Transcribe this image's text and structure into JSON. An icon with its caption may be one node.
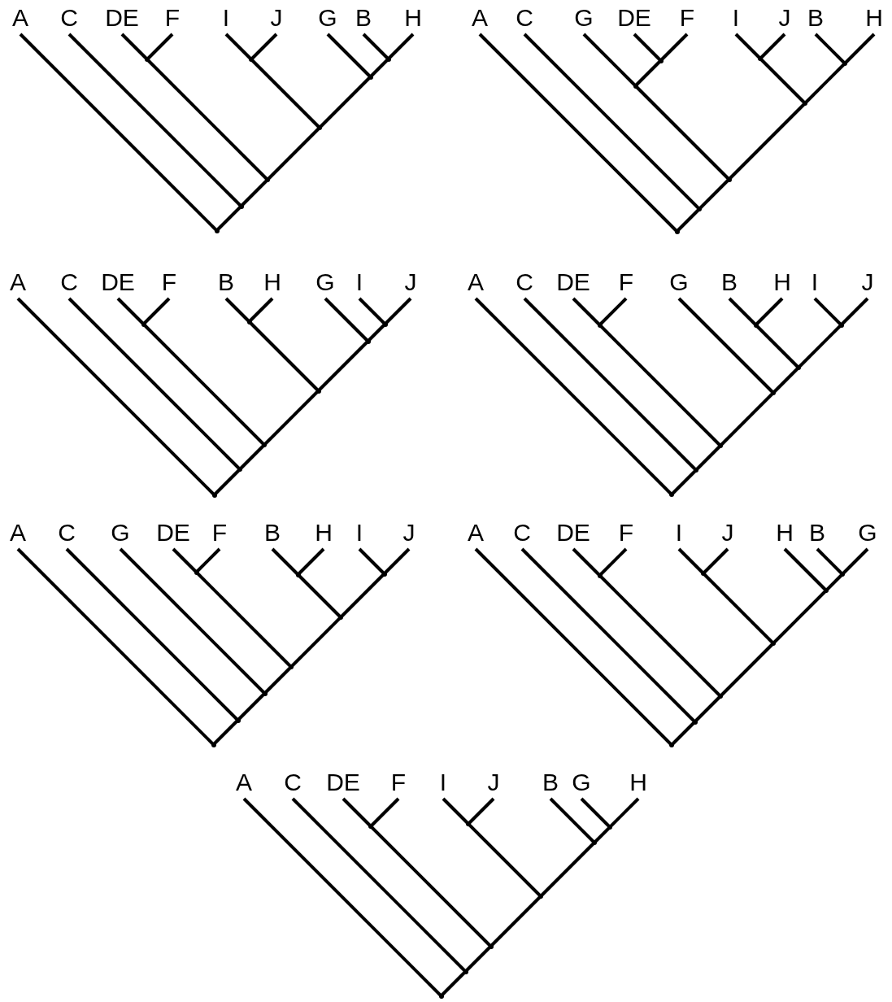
{
  "diagram": {
    "nodes": [
      {
        "text": [
          "A"
        ]
      },
      {
        "text": [
          "C"
        ]
      },
      {
        "text": [
          "DE"
        ]
      },
      {
        "text": [
          "F"
        ]
      },
      {
        "text": [
          "I"
        ]
      },
      {
        "text": [
          "J"
        ]
      },
      {
        "text": [
          "G"
        ]
      },
      {
        "text": [
          "B"
        ]
      },
      {
        "text": [
          "H"
        ]
      },
      {
        "text": [],
        "shape": "junction"
      },
      {
        "text": [],
        "shape": "junction"
      },
      {
        "text": [],
        "shape": "junction"
      },
      {
        "text": [],
        "shape": "junction"
      },
      {
        "text": [],
        "shape": "junction"
      },
      {
        "text": [],
        "shape": "junction"
      },
      {
        "text": [],
        "shape": "junction"
      },
      {
        "text": [],
        "shape": "junction"
      },
      {
        "text": [
          "A"
        ]
      },
      {
        "text": [
          "C"
        ]
      },
      {
        "text": [
          "G"
        ]
      },
      {
        "text": [
          "DE"
        ]
      },
      {
        "text": [
          "F"
        ]
      },
      {
        "text": [
          "I"
        ]
      },
      {
        "text": [
          "J"
        ]
      },
      {
        "text": [
          "B"
        ]
      },
      {
        "text": [
          "H"
        ]
      },
      {
        "text": [],
        "shape": "junction"
      },
      {
        "text": [],
        "shape": "junction"
      },
      {
        "text": [],
        "shape": "junction"
      },
      {
        "text": [],
        "shape": "junction"
      },
      {
        "text": [],
        "shape": "junction"
      },
      {
        "text": [],
        "shape": "junction"
      },
      {
        "text": [],
        "shape": "junction"
      },
      {
        "text": [],
        "shape": "junction"
      },
      {
        "text": [
          "A"
        ]
      },
      {
        "text": [
          "C"
        ]
      },
      {
        "text": [
          "DE"
        ]
      },
      {
        "text": [
          "F"
        ]
      },
      {
        "text": [
          "B"
        ]
      },
      {
        "text": [
          "H"
        ]
      },
      {
        "text": [
          "G"
        ]
      },
      {
        "text": [
          "I"
        ]
      },
      {
        "text": [
          "J"
        ]
      },
      {
        "text": [],
        "shape": "junction"
      },
      {
        "text": [],
        "shape": "junction"
      },
      {
        "text": [],
        "shape": "junction"
      },
      {
        "text": [],
        "shape": "junction"
      },
      {
        "text": [],
        "shape": "junction"
      },
      {
        "text": [],
        "shape": "junction"
      },
      {
        "text": [],
        "shape": "junction"
      },
      {
        "text": [],
        "shape": "junction"
      },
      {
        "text": [
          "A"
        ]
      },
      {
        "text": [
          "C"
        ]
      },
      {
        "text": [
          "DE"
        ]
      },
      {
        "text": [
          "F"
        ]
      },
      {
        "text": [
          "G"
        ]
      },
      {
        "text": [
          "B"
        ]
      },
      {
        "text": [
          "H"
        ]
      },
      {
        "text": [
          "I"
        ]
      },
      {
        "text": [
          "J"
        ]
      },
      {
        "text": [],
        "shape": "junction"
      },
      {
        "text": [],
        "shape": "junction"
      },
      {
        "text": [],
        "shape": "junction"
      },
      {
        "text": [],
        "shape": "junction"
      },
      {
        "text": [],
        "shape": "junction"
      },
      {
        "text": [],
        "shape": "junction"
      },
      {
        "text": [],
        "shape": "junction"
      },
      {
        "text": [],
        "shape": "junction"
      },
      {
        "text": [
          "A"
        ]
      },
      {
        "text": [
          "C"
        ]
      },
      {
        "text": [
          "G"
        ]
      },
      {
        "text": [
          "DE"
        ]
      },
      {
        "text": [
          "F"
        ]
      },
      {
        "text": [
          "B"
        ]
      },
      {
        "text": [
          "H"
        ]
      },
      {
        "text": [
          "I"
        ]
      },
      {
        "text": [
          "J"
        ]
      },
      {
        "text": [],
        "shape": "junction"
      },
      {
        "text": [],
        "shape": "junction"
      },
      {
        "text": [],
        "shape": "junction"
      },
      {
        "text": [],
        "shape": "junction"
      },
      {
        "text": [],
        "shape": "junction"
      },
      {
        "text": [],
        "shape": "junction"
      },
      {
        "text": [],
        "shape": "junction"
      },
      {
        "text": [],
        "shape": "junction"
      },
      {
        "text": [
          "A"
        ]
      },
      {
        "text": [
          "C"
        ]
      },
      {
        "text": [
          "DE"
        ]
      },
      {
        "text": [
          "F"
        ]
      },
      {
        "text": [
          "I"
        ]
      },
      {
        "text": [
          "J"
        ]
      },
      {
        "text": [
          "H"
        ]
      },
      {
        "text": [
          "B"
        ]
      },
      {
        "text": [
          "G"
        ]
      },
      {
        "text": [],
        "shape": "junction"
      },
      {
        "text": [],
        "shape": "junction"
      },
      {
        "text": [],
        "shape": "junction"
      },
      {
        "text": [],
        "shape": "junction"
      },
      {
        "text": [],
        "shape": "junction"
      },
      {
        "text": [],
        "shape": "junction"
      },
      {
        "text": [],
        "shape": "junction"
      },
      {
        "text": [],
        "shape": "junction"
      },
      {
        "text": [
          "A"
        ]
      },
      {
        "text": [
          "C"
        ]
      },
      {
        "text": [
          "DE"
        ]
      },
      {
        "text": [
          "F"
        ]
      },
      {
        "text": [
          "I"
        ]
      },
      {
        "text": [
          "J"
        ]
      },
      {
        "text": [
          "B"
        ]
      },
      {
        "text": [
          "G"
        ]
      },
      {
        "text": [
          "H"
        ]
      },
      {
        "text": [],
        "shape": "junction"
      },
      {
        "text": [],
        "shape": "junction"
      },
      {
        "text": [],
        "shape": "junction"
      },
      {
        "text": [],
        "shape": "junction"
      },
      {
        "text": [],
        "shape": "junction"
      },
      {
        "text": [],
        "shape": "junction"
      },
      {
        "text": [],
        "shape": "junction"
      },
      {
        "text": [],
        "shape": "junction"
      }
    ],
    "edges": [
      {
        "from": 2,
        "to": 9,
        "arrow": "none"
      },
      {
        "from": 3,
        "to": 9,
        "arrow": "none"
      },
      {
        "from": 4,
        "to": 10,
        "arrow": "none"
      },
      {
        "from": 5,
        "to": 10,
        "arrow": "none"
      },
      {
        "from": 7,
        "to": 11,
        "arrow": "none"
      },
      {
        "from": 8,
        "to": 11,
        "arrow": "none"
      },
      {
        "from": 6,
        "to": 12,
        "arrow": "none"
      },
      {
        "from": 11,
        "to": 12,
        "arrow": "none"
      },
      {
        "from": 10,
        "to": 13,
        "arrow": "none"
      },
      {
        "from": 12,
        "to": 13,
        "arrow": "none"
      },
      {
        "from": 9,
        "to": 14,
        "arrow": "none"
      },
      {
        "from": 13,
        "to": 14,
        "arrow": "none"
      },
      {
        "from": 1,
        "to": 15,
        "arrow": "none"
      },
      {
        "from": 14,
        "to": 15,
        "arrow": "none"
      },
      {
        "from": 0,
        "to": 16,
        "arrow": "none"
      },
      {
        "from": 15,
        "to": 16,
        "arrow": "none"
      },
      {
        "from": 20,
        "to": 26,
        "arrow": "none"
      },
      {
        "from": 21,
        "to": 26,
        "arrow": "none"
      },
      {
        "from": 19,
        "to": 27,
        "arrow": "none"
      },
      {
        "from": 26,
        "to": 27,
        "arrow": "none"
      },
      {
        "from": 22,
        "to": 28,
        "arrow": "none"
      },
      {
        "from": 23,
        "to": 28,
        "arrow": "none"
      },
      {
        "from": 24,
        "to": 29,
        "arrow": "none"
      },
      {
        "from": 25,
        "to": 29,
        "arrow": "none"
      },
      {
        "from": 28,
        "to": 30,
        "arrow": "none"
      },
      {
        "from": 29,
        "to": 30,
        "arrow": "none"
      },
      {
        "from": 27,
        "to": 31,
        "arrow": "none"
      },
      {
        "from": 30,
        "to": 31,
        "arrow": "none"
      },
      {
        "from": 18,
        "to": 32,
        "arrow": "none"
      },
      {
        "from": 31,
        "to": 32,
        "arrow": "none"
      },
      {
        "from": 17,
        "to": 33,
        "arrow": "none"
      },
      {
        "from": 32,
        "to": 33,
        "arrow": "none"
      },
      {
        "from": 36,
        "to": 43,
        "arrow": "none"
      },
      {
        "from": 37,
        "to": 43,
        "arrow": "none"
      },
      {
        "from": 38,
        "to": 44,
        "arrow": "none"
      },
      {
        "from": 39,
        "to": 44,
        "arrow": "none"
      },
      {
        "from": 41,
        "to": 45,
        "arrow": "none"
      },
      {
        "from": 42,
        "to": 45,
        "arrow": "none"
      },
      {
        "from": 40,
        "to": 46,
        "arrow": "none"
      },
      {
        "from": 45,
        "to": 46,
        "arrow": "none"
      },
      {
        "from": 44,
        "to": 47,
        "arrow": "none"
      },
      {
        "from": 46,
        "to": 47,
        "arrow": "none"
      },
      {
        "from": 43,
        "to": 48,
        "arrow": "none"
      },
      {
        "from": 47,
        "to": 48,
        "arrow": "none"
      },
      {
        "from": 35,
        "to": 49,
        "arrow": "none"
      },
      {
        "from": 48,
        "to": 49,
        "arrow": "none"
      },
      {
        "from": 34,
        "to": 50,
        "arrow": "none"
      },
      {
        "from": 49,
        "to": 50,
        "arrow": "none"
      },
      {
        "from": 53,
        "to": 60,
        "arrow": "none"
      },
      {
        "from": 54,
        "to": 60,
        "arrow": "none"
      },
      {
        "from": 56,
        "to": 61,
        "arrow": "none"
      },
      {
        "from": 57,
        "to": 61,
        "arrow": "none"
      },
      {
        "from": 58,
        "to": 62,
        "arrow": "none"
      },
      {
        "from": 59,
        "to": 62,
        "arrow": "none"
      },
      {
        "from": 61,
        "to": 63,
        "arrow": "none"
      },
      {
        "from": 62,
        "to": 63,
        "arrow": "none"
      },
      {
        "from": 55,
        "to": 64,
        "arrow": "none"
      },
      {
        "from": 63,
        "to": 64,
        "arrow": "none"
      },
      {
        "from": 60,
        "to": 65,
        "arrow": "none"
      },
      {
        "from": 64,
        "to": 65,
        "arrow": "none"
      },
      {
        "from": 52,
        "to": 66,
        "arrow": "none"
      },
      {
        "from": 65,
        "to": 66,
        "arrow": "none"
      },
      {
        "from": 51,
        "to": 67,
        "arrow": "none"
      },
      {
        "from": 66,
        "to": 67,
        "arrow": "none"
      },
      {
        "from": 71,
        "to": 77,
        "arrow": "none"
      },
      {
        "from": 72,
        "to": 77,
        "arrow": "none"
      },
      {
        "from": 73,
        "to": 78,
        "arrow": "none"
      },
      {
        "from": 74,
        "to": 78,
        "arrow": "none"
      },
      {
        "from": 75,
        "to": 79,
        "arrow": "none"
      },
      {
        "from": 76,
        "to": 79,
        "arrow": "none"
      },
      {
        "from": 78,
        "to": 80,
        "arrow": "none"
      },
      {
        "from": 79,
        "to": 80,
        "arrow": "none"
      },
      {
        "from": 77,
        "to": 81,
        "arrow": "none"
      },
      {
        "from": 80,
        "to": 81,
        "arrow": "none"
      },
      {
        "from": 70,
        "to": 82,
        "arrow": "none"
      },
      {
        "from": 81,
        "to": 82,
        "arrow": "none"
      },
      {
        "from": 69,
        "to": 83,
        "arrow": "none"
      },
      {
        "from": 82,
        "to": 83,
        "arrow": "none"
      },
      {
        "from": 68,
        "to": 84,
        "arrow": "none"
      },
      {
        "from": 83,
        "to": 84,
        "arrow": "none"
      },
      {
        "from": 87,
        "to": 94,
        "arrow": "none"
      },
      {
        "from": 88,
        "to": 94,
        "arrow": "none"
      },
      {
        "from": 89,
        "to": 95,
        "arrow": "none"
      },
      {
        "from": 90,
        "to": 95,
        "arrow": "none"
      },
      {
        "from": 92,
        "to": 96,
        "arrow": "none"
      },
      {
        "from": 93,
        "to": 96,
        "arrow": "none"
      },
      {
        "from": 91,
        "to": 97,
        "arrow": "none"
      },
      {
        "from": 96,
        "to": 97,
        "arrow": "none"
      },
      {
        "from": 95,
        "to": 98,
        "arrow": "none"
      },
      {
        "from": 97,
        "to": 98,
        "arrow": "none"
      },
      {
        "from": 94,
        "to": 99,
        "arrow": "none"
      },
      {
        "from": 98,
        "to": 99,
        "arrow": "none"
      },
      {
        "from": 86,
        "to": 100,
        "arrow": "none"
      },
      {
        "from": 99,
        "to": 100,
        "arrow": "none"
      },
      {
        "from": 85,
        "to": 101,
        "arrow": "none"
      },
      {
        "from": 100,
        "to": 101,
        "arrow": "none"
      },
      {
        "from": 104,
        "to": 111,
        "arrow": "none"
      },
      {
        "from": 105,
        "to": 111,
        "arrow": "none"
      },
      {
        "from": 106,
        "to": 112,
        "arrow": "none"
      },
      {
        "from": 107,
        "to": 112,
        "arrow": "none"
      },
      {
        "from": 109,
        "to": 113,
        "arrow": "none"
      },
      {
        "from": 110,
        "to": 113,
        "arrow": "none"
      },
      {
        "from": 108,
        "to": 114,
        "arrow": "none"
      },
      {
        "from": 113,
        "to": 114,
        "arrow": "none"
      },
      {
        "from": 112,
        "to": 115,
        "arrow": "none"
      },
      {
        "from": 114,
        "to": 115,
        "arrow": "none"
      },
      {
        "from": 111,
        "to": 116,
        "arrow": "none"
      },
      {
        "from": 115,
        "to": 116,
        "arrow": "none"
      },
      {
        "from": 103,
        "to": 117,
        "arrow": "none"
      },
      {
        "from": 116,
        "to": 117,
        "arrow": "none"
      },
      {
        "from": 102,
        "to": 118,
        "arrow": "none"
      },
      {
        "from": 117,
        "to": 118,
        "arrow": "none"
      }
    ]
  }
}
